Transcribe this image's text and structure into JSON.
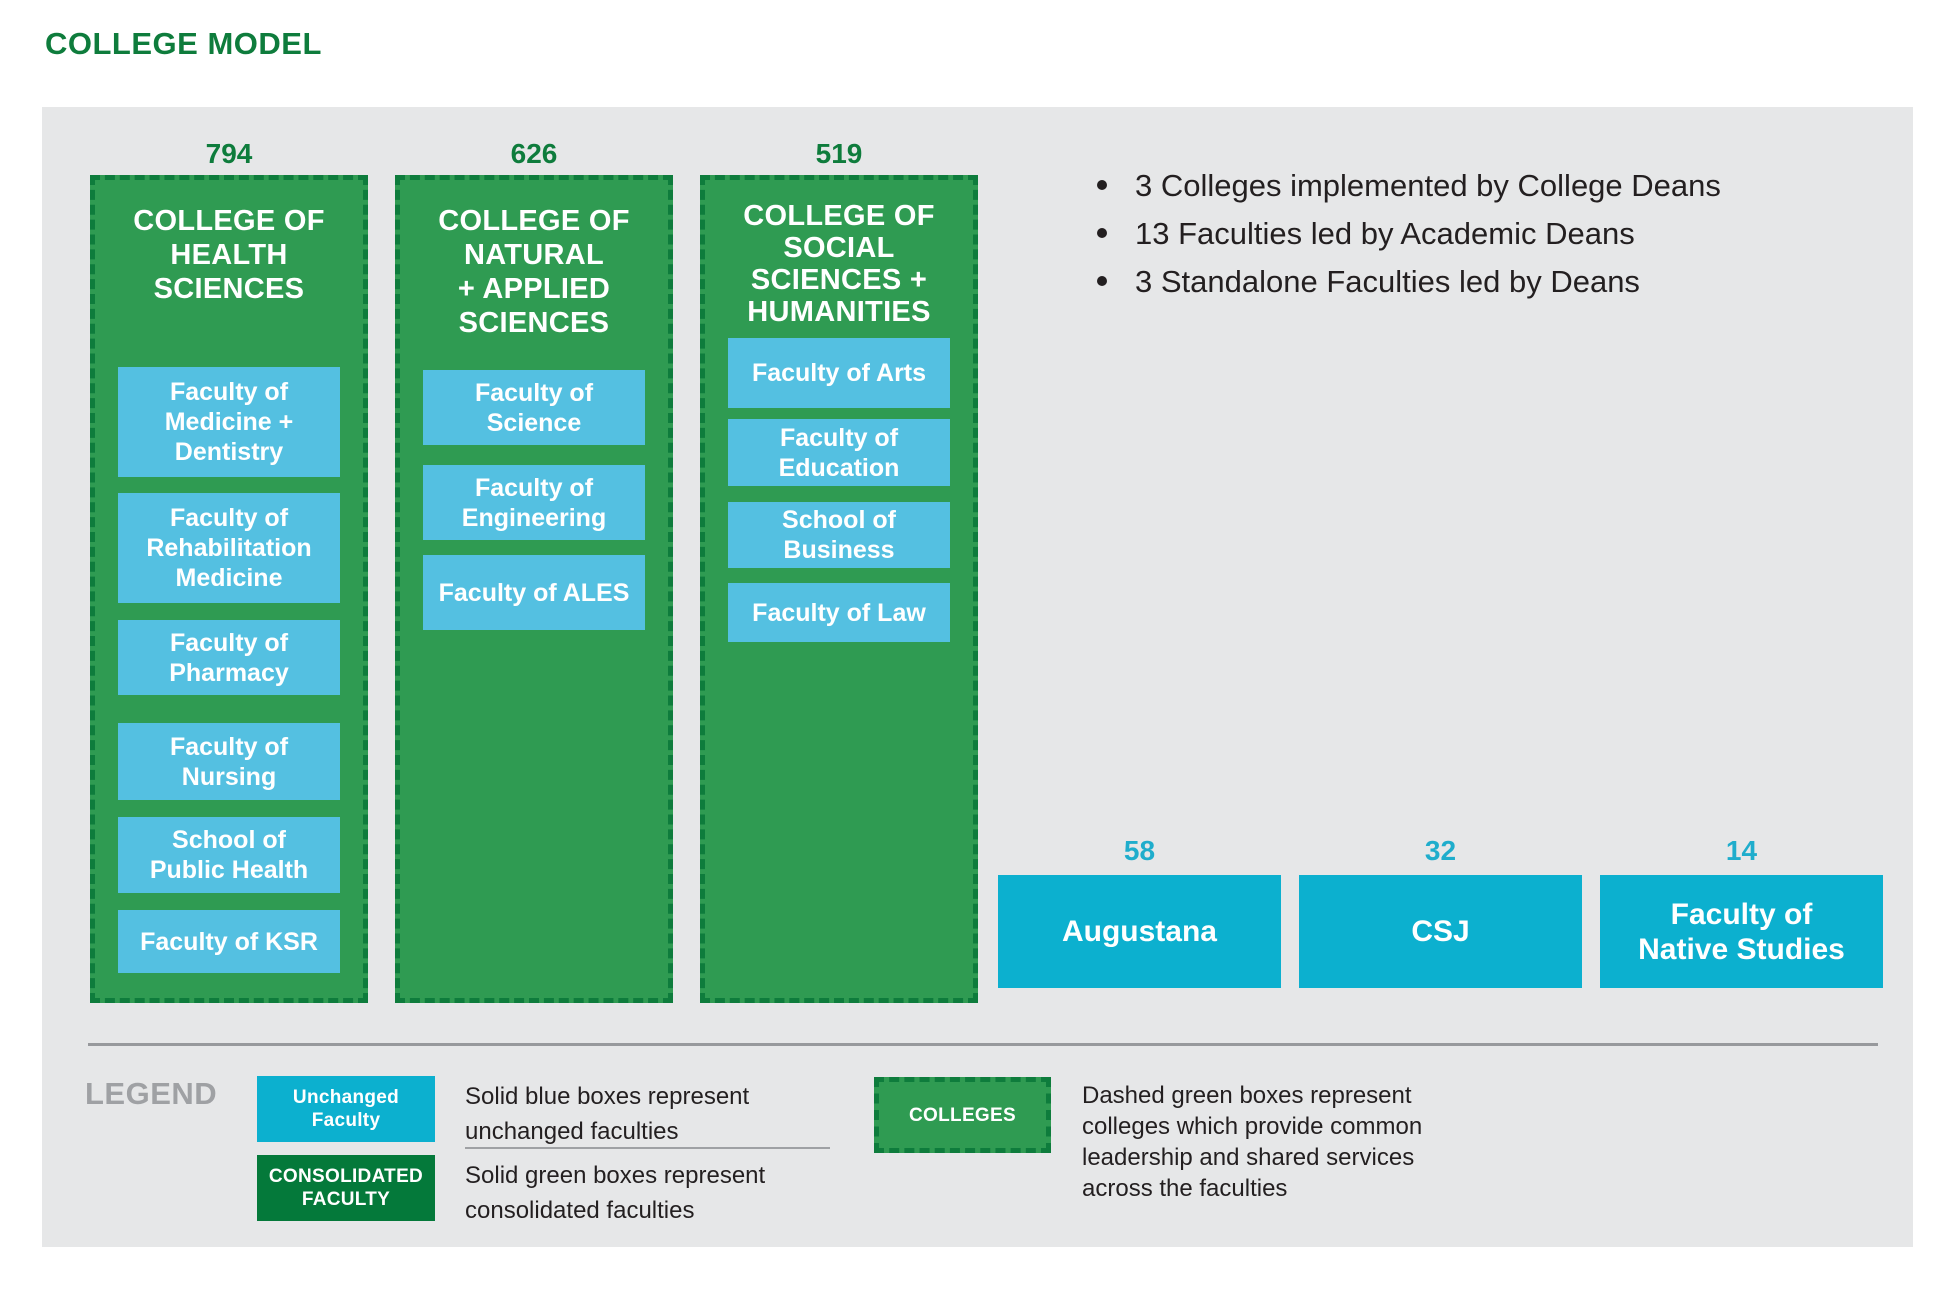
{
  "title": "COLLEGE MODEL",
  "colleges": [
    {
      "count": "794",
      "name": "COLLEGE OF\nHEALTH\nSCIENCES",
      "faculties": [
        "Faculty of\nMedicine +\nDentistry",
        "Faculty of\nRehabilitation\nMedicine",
        "Faculty of\nPharmacy",
        "Faculty of\nNursing",
        "School of\nPublic Health",
        "Faculty of KSR"
      ]
    },
    {
      "count": "626",
      "name": "COLLEGE OF\nNATURAL\n+ APPLIED\nSCIENCES",
      "faculties": [
        "Faculty of\nScience",
        "Faculty of\nEngineering",
        "Faculty of ALES"
      ]
    },
    {
      "count": "519",
      "name": "COLLEGE OF\nSOCIAL\nSCIENCES +\nHUMANITIES",
      "faculties": [
        "Faculty of Arts",
        "Faculty of\nEducation",
        "School of\nBusiness",
        "Faculty of Law"
      ]
    }
  ],
  "bullets": [
    "3 Colleges implemented by College Deans",
    "13 Faculties led by Academic Deans",
    "3 Standalone Faculties led by Deans"
  ],
  "standalone": [
    {
      "count": "58",
      "name": "Augustana"
    },
    {
      "count": "32",
      "name": "CSJ"
    },
    {
      "count": "14",
      "name": "Faculty of\nNative Studies"
    }
  ],
  "legend": {
    "label": "LEGEND",
    "unchanged": {
      "box_label": "Unchanged\nFaculty",
      "description": "Solid blue boxes represent\nunchanged faculties"
    },
    "consolidated": {
      "box_label": "CONSOLIDATED\nFACULTY",
      "description": "Solid green boxes represent\nconsolidated faculties"
    },
    "colleges": {
      "box_label": "COLLEGES",
      "description": "Dashed green boxes represent\ncolleges which provide common\nleadership and shared services\nacross the faculties"
    }
  },
  "colors": {
    "green-dark": "#0e7c3c",
    "green-mid": "#2f9b52",
    "green-deep": "#04793a",
    "blue-light": "#54c0e1",
    "cyan": "#0cb0cf",
    "cyan-number": "#1fadcc",
    "panel-gray": "#e6e7e8",
    "legend-gray": "#9fa1a4",
    "text-dark": "#231f20"
  }
}
